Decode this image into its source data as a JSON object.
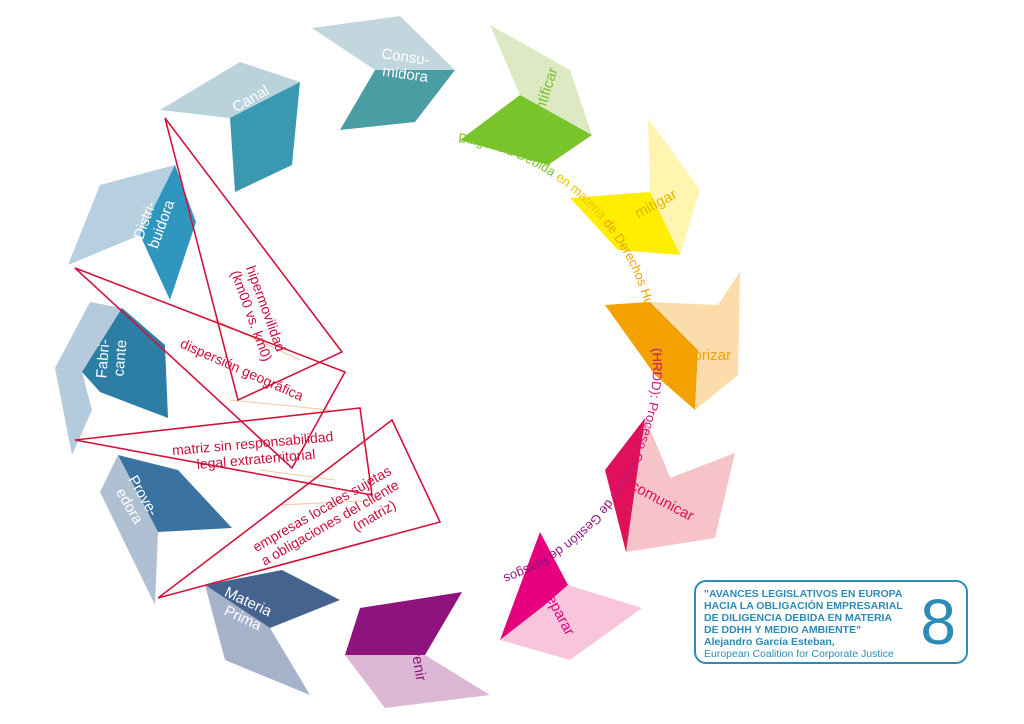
{
  "supply_chain_arrows": [
    {
      "label_lines": [
        "Consu-",
        "midora"
      ],
      "colors": [
        "#c2d6dd",
        "#4a9ea3"
      ]
    },
    {
      "label_lines": [
        "Canal"
      ],
      "colors": [
        "#b9d2dc",
        "#3a98b0"
      ]
    },
    {
      "label_lines": [
        "Distri-",
        "buidora"
      ],
      "colors": [
        "#b7d0df",
        "#2f97bf"
      ]
    },
    {
      "label_lines": [
        "Fabri-",
        "cante"
      ],
      "colors": [
        "#b3cbdc",
        "#2c7ea5"
      ]
    },
    {
      "label_lines": [
        "Prove-",
        "edora"
      ],
      "colors": [
        "#b0c0d3",
        "#3a72a0"
      ]
    },
    {
      "label_lines": [
        "Materia",
        "Prima"
      ],
      "colors": [
        "#a6b2c9",
        "#45638f"
      ]
    }
  ],
  "process_arrows": [
    {
      "label": "identificar",
      "colors": [
        "#dde9c3",
        "#78c42a"
      ]
    },
    {
      "label": "mitigar",
      "colors": [
        "#fff5b0",
        "#ffee00"
      ]
    },
    {
      "label": "monitorizar",
      "colors": [
        "#fbdcaa",
        "#f3a000"
      ]
    },
    {
      "label": "comunicar",
      "colors": [
        "#f6c3c8",
        "#e0105a"
      ]
    },
    {
      "label": "reparar",
      "colors": [
        "#f8c5dc",
        "#e6007e"
      ]
    },
    {
      "label": "prevenir",
      "colors": [
        "#dcb8d6",
        "#8e137d"
      ]
    }
  ],
  "arc_text": {
    "segments": [
      {
        "text": "Diligencia Debida ",
        "color": "#78c42a"
      },
      {
        "text": "en materia ",
        "color": "#e8c800"
      },
      {
        "text": "de Derechos Humanos ",
        "color": "#f3a000"
      },
      {
        "text": "(HRDD): Proceso Continuo ",
        "color": "#c8157a"
      },
      {
        "text": "de Gestión de Riesgos",
        "color": "#8e137d"
      }
    ]
  },
  "risk_triangles": [
    {
      "label_lines": [
        "hipermovilidad",
        "(km00 vs. km0)"
      ]
    },
    {
      "label_lines": [
        "dispersión geográfica"
      ]
    },
    {
      "label_lines": [
        "matriz sin responsabilidad",
        "legal extraterritorial"
      ]
    },
    {
      "label_lines": [
        "empresas locales sujetas",
        "a obligaciones del cliente",
        "(matriz)"
      ]
    }
  ],
  "info_box": {
    "title_lines": [
      "\"AVANCES LEGISLATIVOS EN EUROPA",
      "HACIA LA OBLIGACIÓN EMPRESARIAL",
      "DE DILIGENCIA DEBIDA EN MATERIA",
      "DE DDHH Y MEDIO AMBIENTE\""
    ],
    "author": "Alejandro García Esteban,",
    "organization": "European Coalition for Corporate Justice",
    "number": "8"
  },
  "colors": {
    "triangle_stroke": "#d2143c",
    "triangle_text": "#c8103c",
    "info_accent": "#2c8cb5"
  }
}
